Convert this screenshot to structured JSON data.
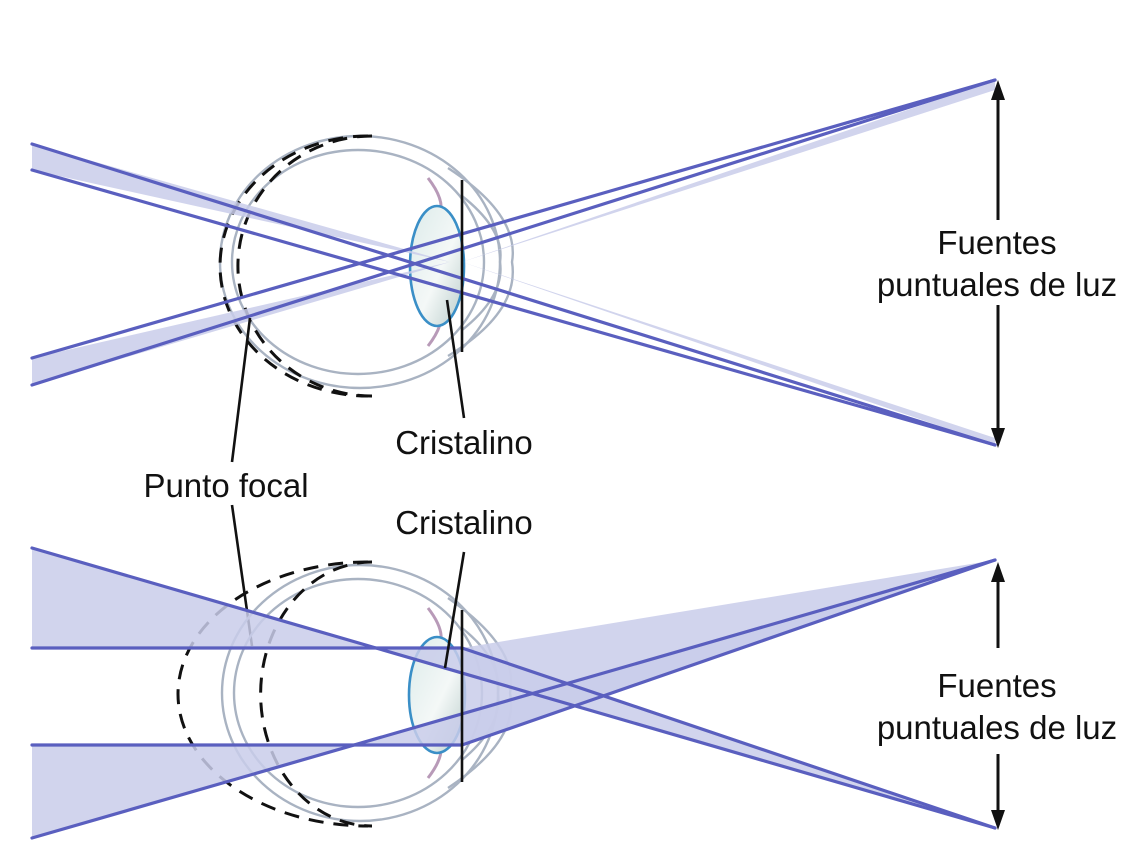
{
  "top_diagram": {
    "sources_label_line1": "Fuentes",
    "sources_label_line2": "puntuales de luz",
    "lens_label": "Cristalino"
  },
  "focal_point_label": "Punto focal",
  "bottom_diagram": {
    "lens_label": "Cristalino",
    "sources_label_line1": "Fuentes",
    "sources_label_line2": "puntuales de luz"
  },
  "colors": {
    "ray": "#5a5fbf",
    "beam_fill": "#c9ccea",
    "eye_outline": "#a9b3c2",
    "lens_outline": "#3a8fc7"
  }
}
